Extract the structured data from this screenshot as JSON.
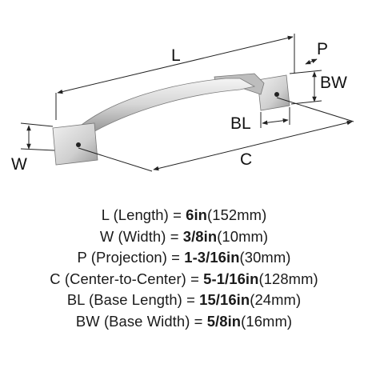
{
  "diagram": {
    "labels": {
      "L": "L",
      "P": "P",
      "BW": "BW",
      "BL": "BL",
      "W": "W",
      "C": "C"
    },
    "colors": {
      "handle_light": "#f2f2f2",
      "handle_mid": "#c9c9c9",
      "handle_dark": "#8a8a8a",
      "line": "#222222"
    }
  },
  "specs": [
    {
      "symbol": "L",
      "desc": "(Length) =",
      "value": "6in",
      "metric": "(152mm)"
    },
    {
      "symbol": "W",
      "desc": "(Width) =",
      "value": "3/8in",
      "metric": "(10mm)"
    },
    {
      "symbol": "P",
      "desc": "(Projection) =",
      "value": "1-3/16in",
      "metric": "(30mm)"
    },
    {
      "symbol": "C",
      "desc": "(Center-to-Center) =",
      "value": "5-1/16in",
      "metric": "(128mm)"
    },
    {
      "symbol": "BL",
      "desc": "(Base Length) =",
      "value": "15/16in",
      "metric": "(24mm)"
    },
    {
      "symbol": "BW",
      "desc": "(Base Width) =",
      "value": "5/8in",
      "metric": "(16mm)"
    }
  ]
}
